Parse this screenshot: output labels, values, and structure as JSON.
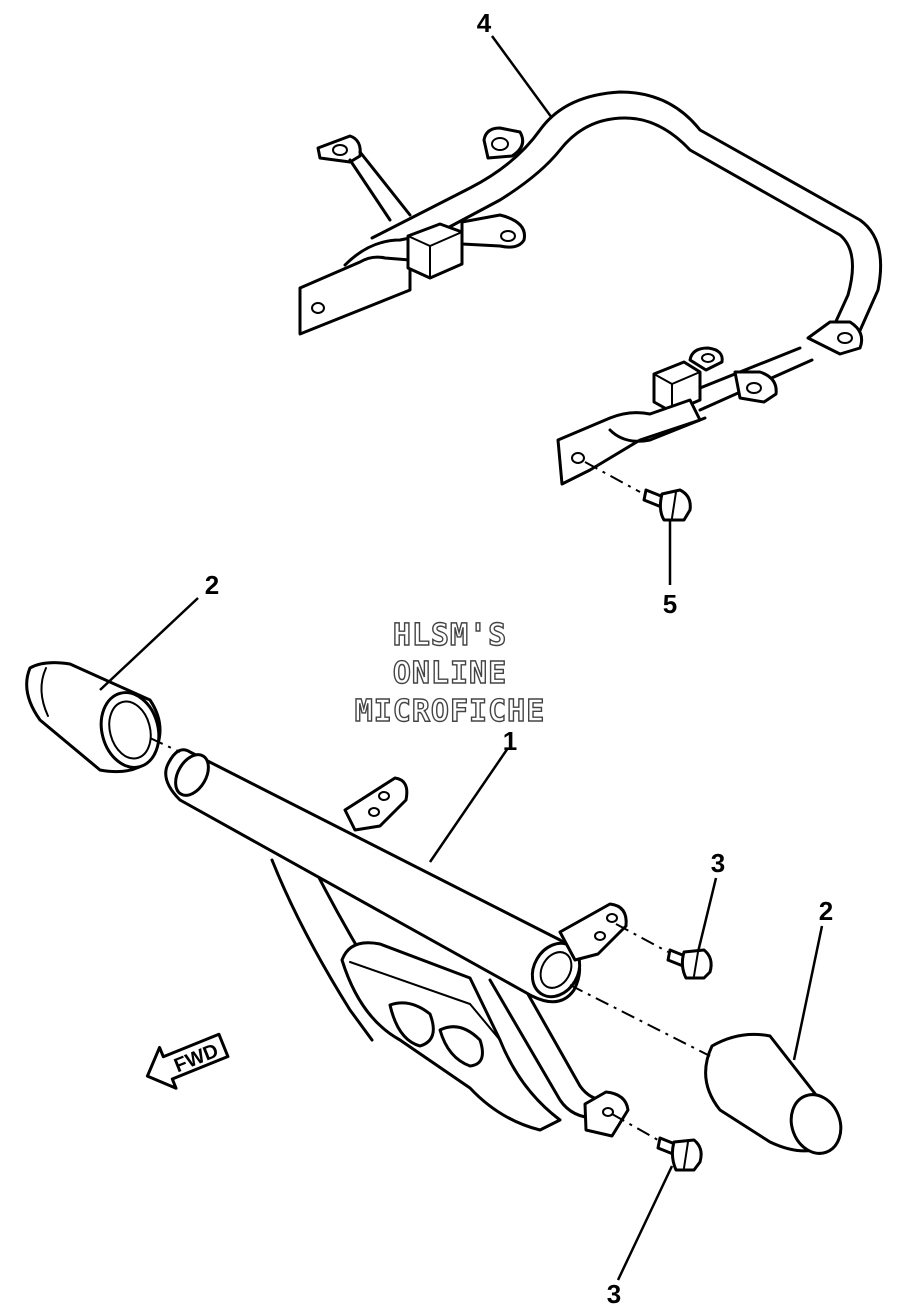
{
  "callouts": {
    "part_1": "1",
    "part_2_left": "2",
    "part_2_right": "2",
    "part_3_upper": "3",
    "part_3_lower": "3",
    "part_4": "4",
    "part_5": "5"
  },
  "watermark": {
    "line1": "HLSM'S",
    "line2": "ONLINE",
    "line3": "MICROFICHE"
  },
  "direction_arrow": {
    "label": "FWD"
  }
}
